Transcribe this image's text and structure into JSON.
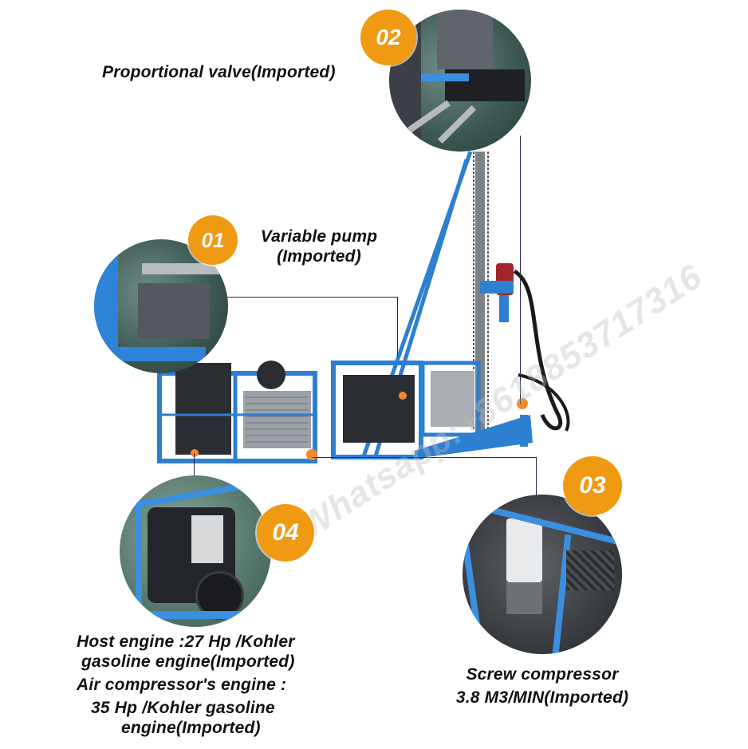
{
  "callouts": [
    {
      "number": "01",
      "title_line1": "Variable pump",
      "title_line2": "(Imported)"
    },
    {
      "number": "02",
      "title": "Proportional valve(Imported)"
    },
    {
      "number": "03",
      "title_line1": "Screw compressor",
      "title_line2": "3.8 M3/MIN(Imported)"
    },
    {
      "number": "04",
      "lines": [
        "Host engine :27 Hp /Kohler",
        "gasoline engine(Imported)",
        "Air compressor's engine :",
        "35 Hp /Kohler gasoline",
        "engine(Imported)"
      ]
    }
  ],
  "watermark": "Whatsapp:+8618853717316",
  "colors": {
    "badge": "#ef9a12",
    "frame_blue": "#2d7fd0",
    "text": "#111111",
    "leader_line": "#26264a"
  }
}
